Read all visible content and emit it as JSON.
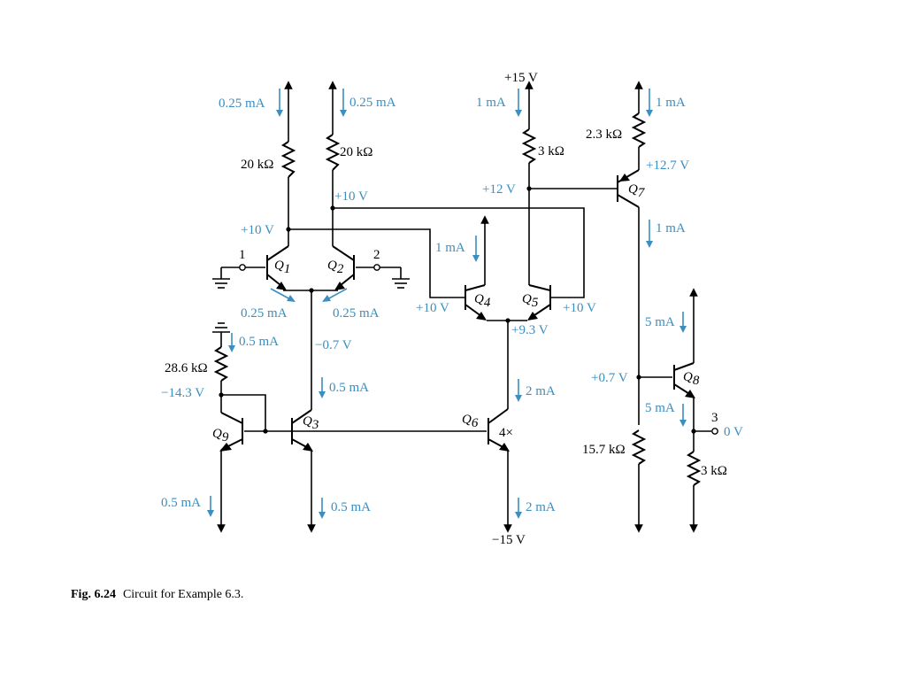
{
  "supplies": {
    "pos": "+15 V",
    "neg": "−15 V"
  },
  "transistors": {
    "q1": {
      "letter": "Q",
      "sub": "1"
    },
    "q2": {
      "letter": "Q",
      "sub": "2"
    },
    "q3": {
      "letter": "Q",
      "sub": "3"
    },
    "q4": {
      "letter": "Q",
      "sub": "4"
    },
    "q5": {
      "letter": "Q",
      "sub": "5"
    },
    "q6": {
      "letter": "Q",
      "sub": "6"
    },
    "q7": {
      "letter": "Q",
      "sub": "7"
    },
    "q8": {
      "letter": "Q",
      "sub": "8"
    },
    "q9": {
      "letter": "Q",
      "sub": "9"
    },
    "q6_scale": "4×"
  },
  "resistors": {
    "r1": "20 kΩ",
    "r2": "20 kΩ",
    "r3": "3 kΩ",
    "r4": "2.3 kΩ",
    "r5": "28.6 kΩ",
    "r6": "15.7 kΩ",
    "r7": "3 kΩ"
  },
  "terminals": {
    "t1": "1",
    "t2": "2",
    "t3": "3"
  },
  "voltages": {
    "v_q1c": "+10 V",
    "v_q2c": "+10 V",
    "v_q4b": "+10 V",
    "v_q5b": "+10 V",
    "v_q5c": "+12 V",
    "v_q7e": "+12.7 V",
    "v_q4e": "+9.3 V",
    "v_q12e": "−0.7 V",
    "v_q9": "−14.3 V",
    "v_q8b": "+0.7 V",
    "v_out": "0 V"
  },
  "currents": {
    "i_r1": "0.25 mA",
    "i_r2": "0.25 mA",
    "i_q1e": "0.25 mA",
    "i_q2e": "0.25 mA",
    "i_r3": "1 mA",
    "i_q7": "1 mA",
    "i_q7c": "1 mA",
    "i_q4": "1 mA",
    "i_r5": "0.5 mA",
    "i_q3c": "0.5 mA",
    "i_q9e": "0.5 mA",
    "i_q3e": "0.5 mA",
    "i_q6c": "2 mA",
    "i_q6e": "2 mA",
    "i_q8c": "5 mA",
    "i_q8e": "5 mA"
  },
  "caption": {
    "label": "Fig. 6.24",
    "text": "Circuit for Example 6.3."
  }
}
